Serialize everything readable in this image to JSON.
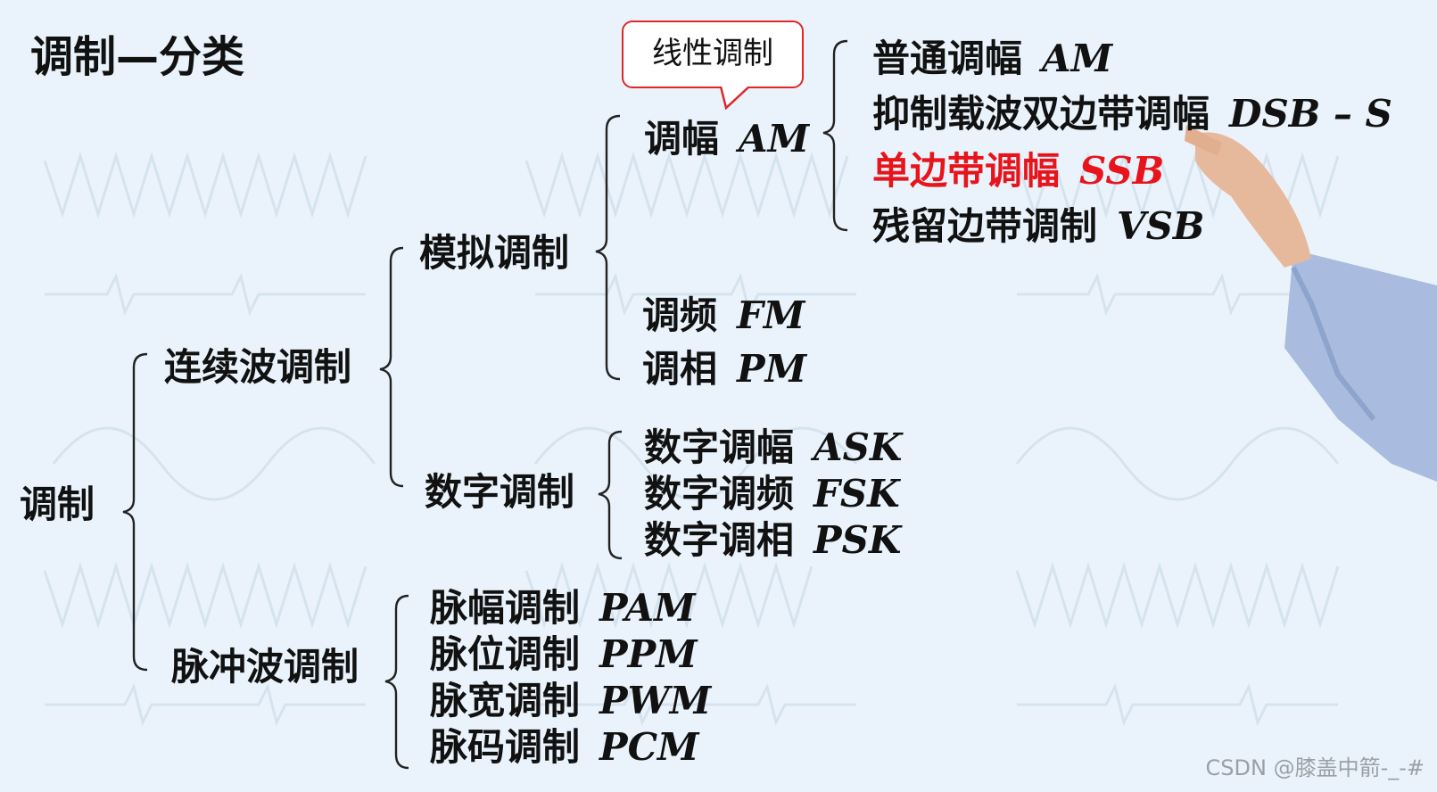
{
  "title": "调制—分类",
  "callout": "线性调制",
  "tree": {
    "root": "调制",
    "continuous": "连续波调制",
    "analog": "模拟调制",
    "am": {
      "name": "调幅",
      "abbr": "AM"
    },
    "am_children": [
      {
        "name": "普通调幅",
        "abbr": "AM"
      },
      {
        "name": "抑制载波双边带调幅",
        "abbr": "DSB – S"
      },
      {
        "name": "单边带调幅",
        "abbr": "SSB"
      },
      {
        "name": "残留边带调制",
        "abbr": "VSB"
      }
    ],
    "fm": {
      "name": "调频",
      "abbr": "FM"
    },
    "pm": {
      "name": "调相",
      "abbr": "PM"
    },
    "digital": "数字调制",
    "digital_children": [
      {
        "name": "数字调幅",
        "abbr": "ASK"
      },
      {
        "name": "数字调频",
        "abbr": "FSK"
      },
      {
        "name": "数字调相",
        "abbr": "PSK"
      }
    ],
    "pulse": "脉冲波调制",
    "pulse_children": [
      {
        "name": "脉幅调制",
        "abbr": "PAM"
      },
      {
        "name": "脉位调制",
        "abbr": "PPM"
      },
      {
        "name": "脉宽调制",
        "abbr": "PWM"
      },
      {
        "name": "脉码调制",
        "abbr": "PCM"
      }
    ]
  },
  "watermark": "CSDN @膝盖中箭-_-#",
  "colors": {
    "highlight": "#e8141c",
    "text": "#111111",
    "callout_border": "#e02626"
  }
}
